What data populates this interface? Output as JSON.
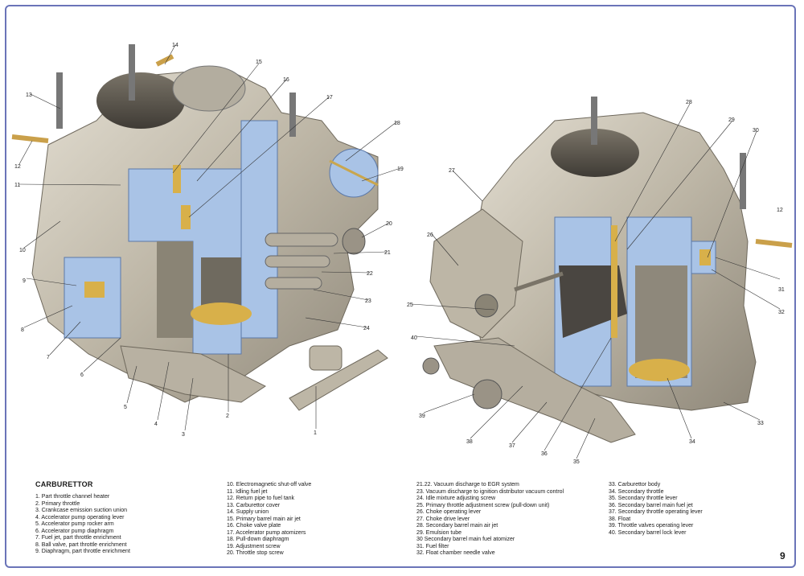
{
  "title": "CARBURETTOR",
  "page_number": "9",
  "legend": {
    "col1": [
      "1. Part throttle channel heater",
      "2. Primary throttle",
      "3. Crankcase emission suction union",
      "4. Accelerator pump operating lever",
      "5. Accelerator pump rocker arm",
      "6. Accelerator pump diaphragm",
      "7. Fuel jet, part throttle enrichment",
      "8. Ball valve, part throttle enrichment",
      "9. Diaphragm, part throttle enrichment"
    ],
    "col2": [
      "10. Electromagnetic shut-off valve",
      "11. Idling fuel jet",
      "12. Return pipe to fuel tank",
      "13. Carburettor cover",
      "14. Supply union",
      "15. Primary barrel main air jet",
      "16. Choke valve plate",
      "17. Accelerator pump atomizers",
      "18. Pull-down diaphragm",
      "19. Adjustment screw",
      "20. Throttle stop screw"
    ],
    "col3": [
      "21.22. Vacuum discharge to EGR system",
      "23. Vacuum discharge to ignition distributor vacuum control",
      "24. Idle mixture adjusting screw",
      "25. Primary throttle adjustment screw (pull-down unit)",
      "26. Choke operating lever",
      "27. Choke drive lever",
      "28. Secondary barrel main air jet",
      "29. Emulsion tube",
      "30 Secondary barrel main fuel atomizer",
      "31. Fuel filter",
      "32. Float chamber needle valve"
    ],
    "col4": [
      "33. Carburettor body",
      "34. Secondary  throttle",
      "35. Secondary throttle lever",
      "36. Secondary barrel main fuel jet",
      "37. Secondary  throttle operating lever",
      "38. Float",
      "39. Throttle valves operating lever",
      "40. Secondary barrel lock lever"
    ]
  },
  "callouts": [
    "1",
    "2",
    "3",
    "4",
    "5",
    "6",
    "7",
    "8",
    "9",
    "10",
    "11",
    "12",
    "13",
    "14",
    "15",
    "16",
    "17",
    "18",
    "19",
    "20",
    "21",
    "22",
    "23",
    "24",
    "25",
    "26",
    "27",
    "28",
    "29",
    "30",
    "31",
    "32",
    "33",
    "34",
    "35",
    "36",
    "37",
    "38",
    "39",
    "40",
    "12"
  ],
  "colors": {
    "frame": "#6a74b8",
    "metal": "#c9c3b5",
    "cutaway": "#a9c3e6",
    "brass": "#d8b04a"
  }
}
